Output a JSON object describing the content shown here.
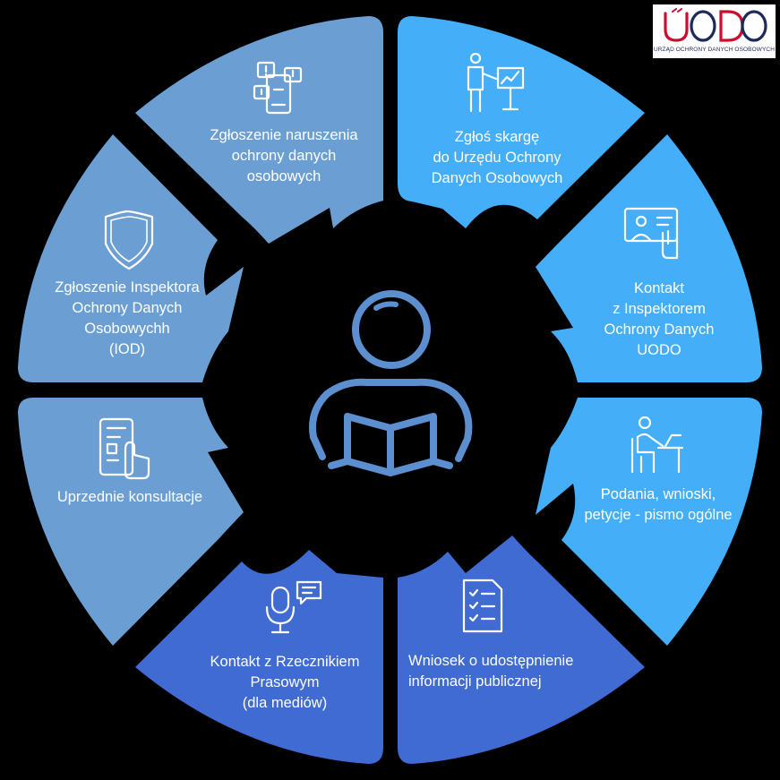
{
  "logo": {
    "brand": "UODO",
    "caption": "URZĄD OCHRONY DANYCH OSOBOWYCH",
    "colors": {
      "red": "#c8102e",
      "navy": "#1d2a5b"
    }
  },
  "center_icon": "person-reading-book-icon",
  "colors": {
    "steel_blue": "#6b9fd4",
    "sky_blue": "#44aef8",
    "royal_blue": "#3f6bd2",
    "icon_stroke": "#5b8fd0"
  },
  "segments": [
    {
      "id": "naruszenia",
      "icon": "alert-chat-phone-icon",
      "lines": [
        "Zgłoszenie naruszenia",
        "ochrony danych",
        "osobowych"
      ]
    },
    {
      "id": "skarga",
      "icon": "presenter-board-icon",
      "lines": [
        "Zgłoś skargę",
        "do Urzędu Ochrony",
        "Danych Osobowych"
      ]
    },
    {
      "id": "kontakt-iod",
      "icon": "video-contact-hand-icon",
      "lines": [
        "Kontakt",
        "z Inspektorem",
        "Ochrony Danych",
        "UODO"
      ]
    },
    {
      "id": "podania",
      "icon": "person-at-desk-icon",
      "lines": [
        "Podania, wnioski,",
        "petycje - pismo ogólne"
      ]
    },
    {
      "id": "informacja",
      "icon": "checklist-document-icon",
      "lines": [
        "Wniosek o udostępnienie",
        "informacji publicznej"
      ]
    },
    {
      "id": "rzecznik",
      "icon": "microphone-chat-icon",
      "lines": [
        "Kontakt z Rzecznikiem",
        "Prasowym",
        "(dla mediów)"
      ]
    },
    {
      "id": "konsultacje",
      "icon": "phone-tap-icon",
      "lines": [
        "Uprzednie konsultacje"
      ]
    },
    {
      "id": "inspektor",
      "icon": "shield-icon",
      "lines": [
        "Zgłoszenie Inspektora",
        "Ochrony Danych",
        "Osobowychh",
        "(IOD)"
      ]
    }
  ]
}
